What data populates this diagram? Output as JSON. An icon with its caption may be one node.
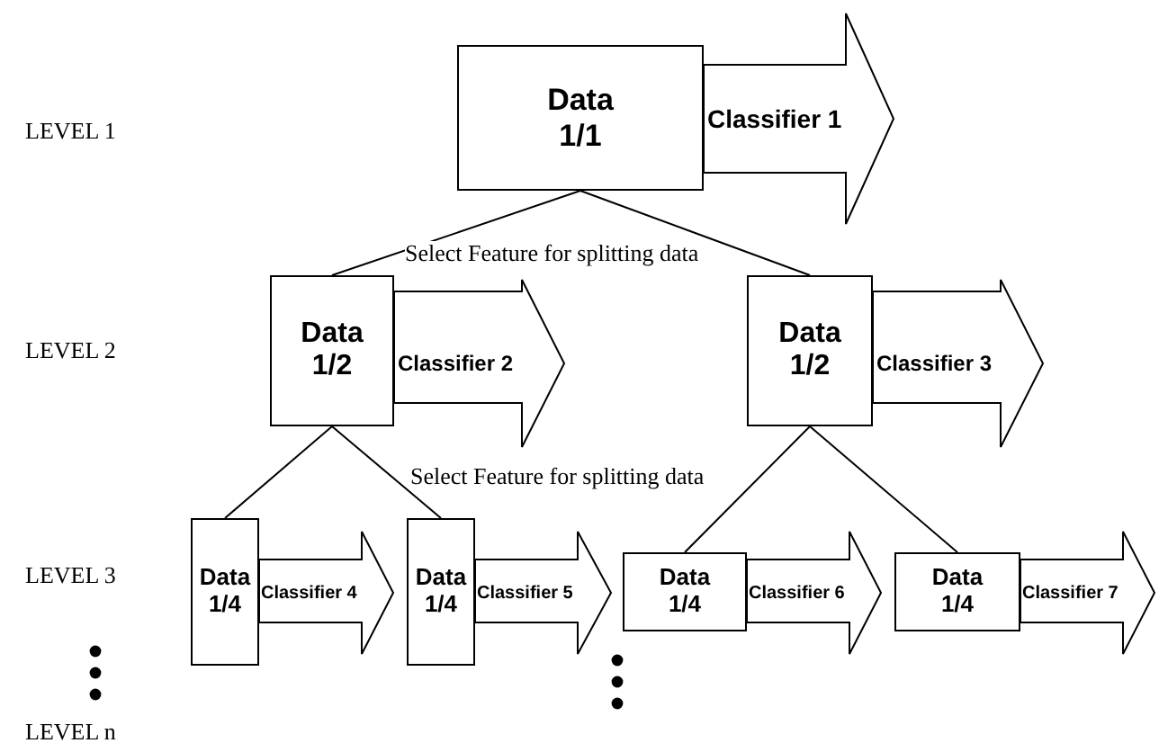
{
  "diagram": {
    "nodes": [
      {
        "text": [
          "Data 1/1"
        ]
      },
      {
        "text": [
          "Classifier 1"
        ]
      },
      {
        "text": [
          "Data 1/2"
        ]
      },
      {
        "text": [
          "Classifier 2"
        ]
      },
      {
        "text": [
          "Data 1/2"
        ]
      },
      {
        "text": [
          "Classifier 3"
        ]
      },
      {
        "text": [
          "Data 1/4"
        ]
      },
      {
        "text": [
          "Classifier 4"
        ]
      },
      {
        "text": [
          "Data 1/4"
        ]
      },
      {
        "text": [
          "Classifier 5"
        ]
      },
      {
        "text": [
          "Data 1/4"
        ]
      },
      {
        "text": [
          "Classifier 6"
        ]
      },
      {
        "text": [
          "Data 1/4"
        ]
      },
      {
        "text": [
          "Classifier 7"
        ]
      }
    ],
    "edges": [
      {
        "from": 0,
        "to": 2,
        "arrow": "none"
      },
      {
        "from": 0,
        "to": 4,
        "arrow": "none"
      },
      {
        "from": 2,
        "to": 6,
        "arrow": "none"
      },
      {
        "from": 2,
        "to": 8,
        "arrow": "none"
      },
      {
        "from": 4,
        "to": 10,
        "arrow": "none"
      },
      {
        "from": 4,
        "to": 12,
        "arrow": "none"
      }
    ],
    "labels": [
      "LEVEL 1",
      "Select Feature for splitting data",
      "LEVEL 2",
      "Select Feature for splitting data",
      "LEVEL 3",
      "LEVEL n"
    ]
  }
}
